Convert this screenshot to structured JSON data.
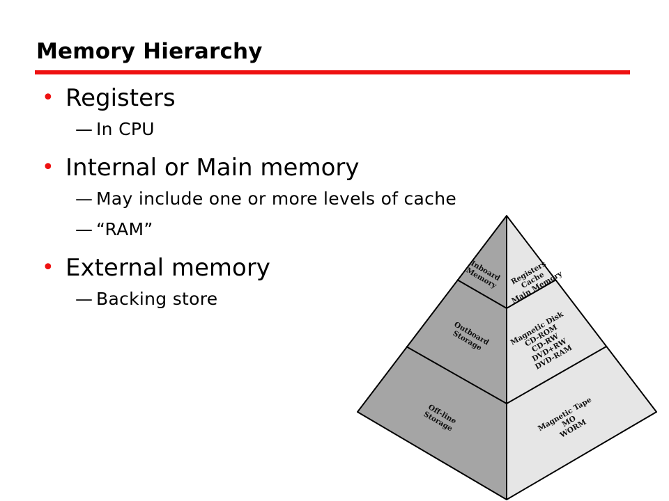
{
  "slide": {
    "title": "Memory Hierarchy",
    "accent_color": "#ee1111"
  },
  "bullets": [
    {
      "text": "Registers",
      "subs": [
        "In CPU"
      ]
    },
    {
      "text": "Internal or Main memory",
      "subs": [
        "May include one or more levels of cache",
        "“RAM”"
      ]
    },
    {
      "text": "External memory",
      "subs": [
        "Backing store"
      ]
    }
  ],
  "pyramid": {
    "left_labels": [
      [
        "Inboard",
        "Memory"
      ],
      [
        "Outboard",
        "Storage"
      ],
      [
        "Off-line",
        "Storage"
      ]
    ],
    "right_labels": [
      [
        "Registers",
        "Cache",
        "Main Memory"
      ],
      [
        "Magnetic Disk",
        "CD-ROM",
        "CD-RW",
        "DVD+RW",
        "DVD-RAM"
      ],
      [
        "Magnetic Tape",
        "MO",
        "WORM"
      ]
    ],
    "colors": {
      "dark_face": "#a5a5a5",
      "light_face": "#e6e6e6",
      "edge": "#000000"
    }
  }
}
